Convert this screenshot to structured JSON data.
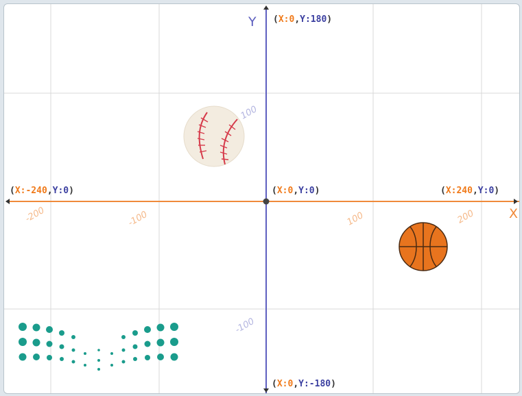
{
  "axes": {
    "x_name": "X",
    "y_name": "Y",
    "x_range": [
      -240,
      240
    ],
    "y_range": [
      -180,
      180
    ],
    "x_ticks": [
      "-200",
      "-100",
      "100",
      "200"
    ],
    "y_ticks": [
      "100",
      "-100"
    ]
  },
  "labels": {
    "top": {
      "open": "(",
      "xk": "X:",
      "xv": "0",
      "sep": ",",
      "yk": "Y:",
      "yv": "180",
      "close": ")"
    },
    "left": {
      "open": "(",
      "xk": "X:",
      "xv": "-240",
      "sep": ",",
      "yk": "Y:",
      "yv": "0",
      "close": ")"
    },
    "origin": {
      "open": "(",
      "xk": "X:",
      "xv": "0",
      "sep": ",",
      "yk": "Y:",
      "yv": "0",
      "close": ")"
    },
    "right": {
      "open": "(",
      "xk": "X:",
      "xv": "240",
      "sep": ",",
      "yk": "Y:",
      "yv": "0",
      "close": ")"
    },
    "bottom": {
      "open": "(",
      "xk": "X:",
      "xv": "0",
      "sep": ",",
      "yk": "Y:",
      "yv": "-180",
      "close": ")"
    }
  },
  "sprites": {
    "baseball": {
      "name": "baseball"
    },
    "basketball": {
      "name": "basketball"
    }
  },
  "colors": {
    "x_axis": "#f08a3a",
    "y_axis": "#5d5fbf",
    "grid": "#d9d9d9",
    "x_value": "#f07a1a",
    "y_value": "#3b3fa0",
    "paren": "#333333",
    "tick_x": "#f5b98a",
    "tick_y": "#b3b5e0",
    "logo": "#1a9c8c"
  }
}
